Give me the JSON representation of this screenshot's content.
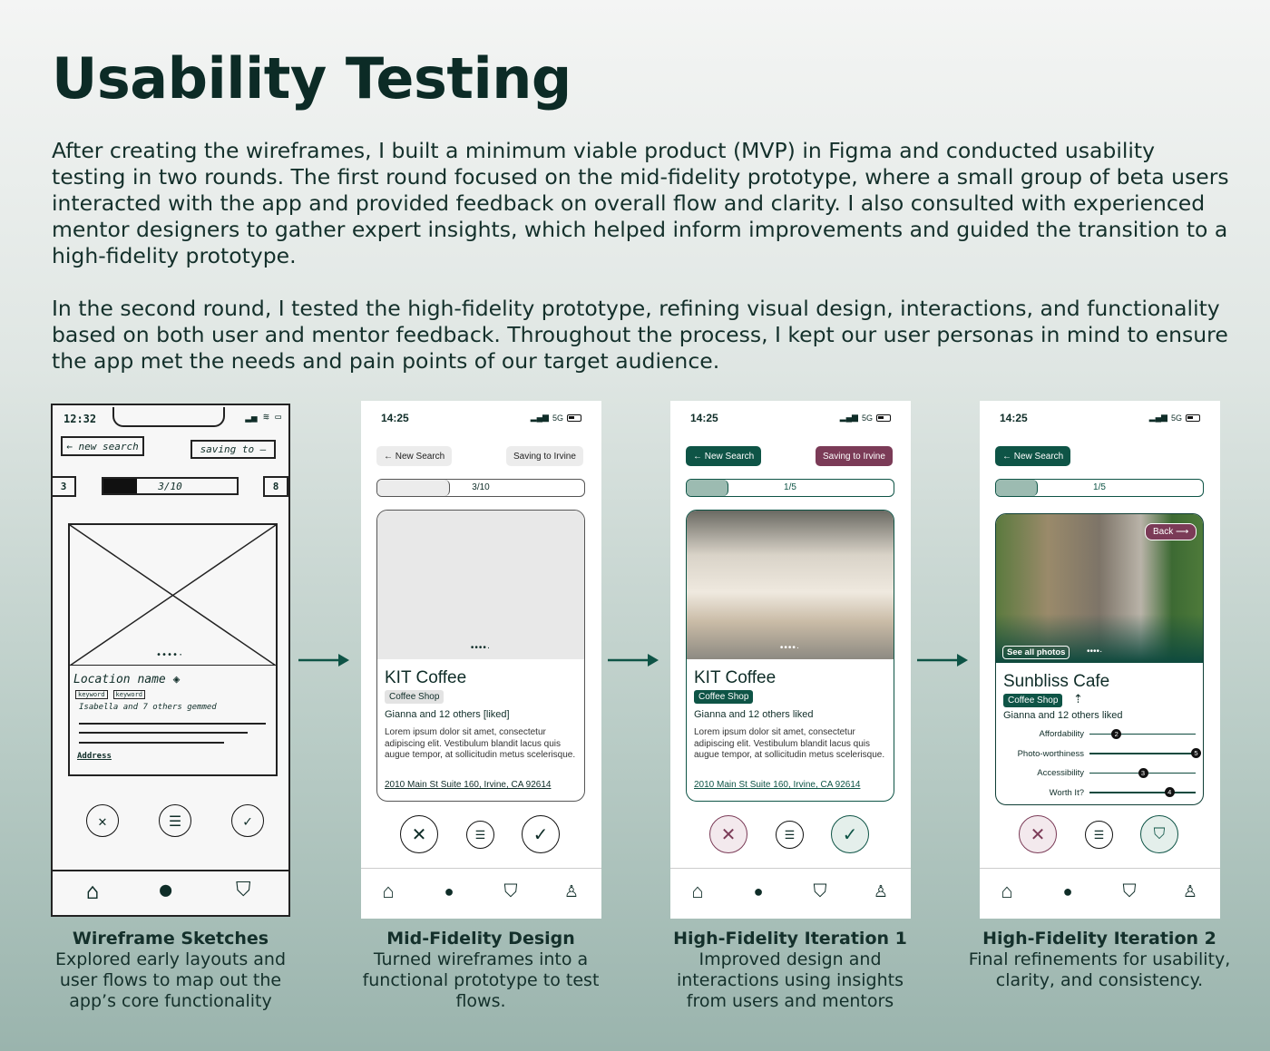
{
  "title": "Usability Testing",
  "para1": "After creating the wireframes, I built a minimum viable product (MVP) in Figma and conducted usability testing in two rounds. The first round focused on the mid-fidelity prototype, where a small group of beta users interacted with the app and provided feedback on overall flow and clarity. I also consulted with experienced mentor designers to gather expert insights, which helped inform improvements and guided the transition to a high-fidelity prototype.",
  "para2": "In the second round, I tested the high-fidelity prototype, refining visual design, interactions, and functionality based on both user and mentor feedback. Throughout the process, I kept our user personas in mind to ensure the app met the needs and pain points of our target audience.",
  "colors": {
    "accent": "#0e5446",
    "maroon": "#7b3b57",
    "light": "#9cbbb1"
  },
  "wireframe": {
    "time": "12:32",
    "new_search": "← new search",
    "saving": "saving to —",
    "left_count": "3",
    "progress": "3/10",
    "right_count": "8",
    "location": "Location name",
    "keyword": "keyword",
    "gemmed": "Isabella and 7 others gemmed",
    "address": "Address",
    "progress_fraction": 0.3
  },
  "mid": {
    "time": "14:25",
    "signal": "5G",
    "new_search": "← New Search",
    "saving": "Saving to Irvine",
    "progress": "3/10",
    "progress_fraction": 0.35,
    "name": "KIT Coffee",
    "tag": "Coffee Shop",
    "liked": "Gianna and 12 others [liked]",
    "lorem": "Lorem ipsum dolor sit amet, consectetur adipiscing elit. Vestibulum blandit lacus quis augue tempor, at sollicitudin metus scelerisque.",
    "address": "2010 Main St Suite 160, Irvine, CA 92614"
  },
  "hf1": {
    "time": "14:25",
    "signal": "5G",
    "new_search": "← New Search",
    "saving": "Saving to Irvine",
    "progress": "1/5",
    "progress_fraction": 0.2,
    "name": "KIT Coffee",
    "tag": "Coffee Shop",
    "liked": "Gianna and 12 others liked",
    "lorem": "Lorem ipsum dolor sit amet, consectetur adipiscing elit. Vestibulum blandit lacus quis augue tempor, at sollicitudin metus scelerisque.",
    "address": "2010 Main St Suite 160, Irvine, CA 92614"
  },
  "hf2": {
    "time": "14:25",
    "signal": "5G",
    "new_search": "← New Search",
    "progress": "1/5",
    "progress_fraction": 0.2,
    "back": "Back ⟶",
    "see_all": "See all photos",
    "name": "Sunbliss Cafe",
    "tag": "Coffee Shop",
    "liked": "Gianna and 12 others liked",
    "ratings": [
      {
        "label": "Affordability",
        "value": 2
      },
      {
        "label": "Photo-worthiness",
        "value": 5
      },
      {
        "label": "Accessibility",
        "value": 3
      },
      {
        "label": "Worth It?",
        "value": 4
      }
    ]
  },
  "captions": [
    {
      "title": "Wireframe Sketches",
      "text": "Explored early layouts and user flows to map out the app’s core functionality"
    },
    {
      "title": "Mid-Fidelity Design",
      "text": "Turned wireframes into a functional prototype to test flows."
    },
    {
      "title": "High-Fidelity Iteration 1",
      "text": "Improved design and interactions using insights from users and mentors"
    },
    {
      "title": "High-Fidelity Iteration 2",
      "text": "Final refinements for usability, clarity, and consistency."
    }
  ]
}
